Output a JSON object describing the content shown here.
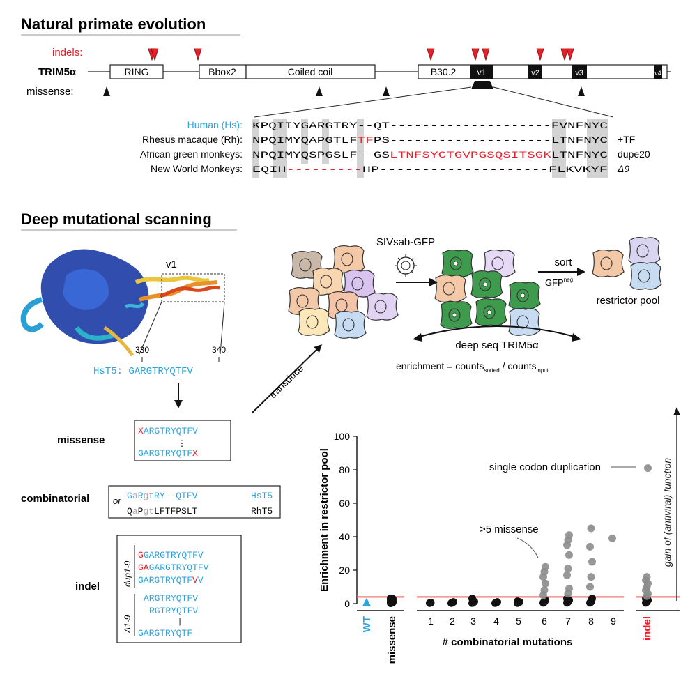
{
  "top": {
    "title": "Natural primate evolution",
    "indels_label": "indels:",
    "gene_label": "TRIM5α",
    "missense_label": "missense:",
    "domains": [
      {
        "name": "RING"
      },
      {
        "name": "Bbox2"
      },
      {
        "name": "Coiled coil"
      },
      {
        "name": "B30.2"
      },
      {
        "name": "v1"
      },
      {
        "name": "v2"
      },
      {
        "name": "v3"
      },
      {
        "name": "v4"
      }
    ],
    "alignment": [
      {
        "species": "Human (Hs):",
        "seq": "KPQIIYGARGTRY--QT--------------------FVNFNYC",
        "tag": ""
      },
      {
        "species": "Rhesus macaque (Rh):",
        "seq": "NPQIMYQAPGTLFTFPS--------------------LTNFNYC",
        "tag": "+TF"
      },
      {
        "species": "African green monkeys:",
        "seq": "NPQIMYQSPGSLF--GSLTNFSYCTGVPGSQSITSGKLTNFNYC",
        "tag": "dupe20"
      },
      {
        "species": "New World Monkeys:",
        "seq": "EQIH---------HP--------------------FLKVKYF",
        "tag": "Δ9"
      }
    ]
  },
  "bottom": {
    "title": "Deep mutational scanning",
    "v1_label": "v1",
    "pos_start": "330",
    "pos_end": "340",
    "hst5_seq": "HsT5: GARGTRYQTFV",
    "transduce": "transduce",
    "virus_label": "SIVsab-GFP",
    "sort_label": "sort",
    "gfp_label": "GFP",
    "gfp_sup": "neg",
    "restrictor_pool": "restrictor pool",
    "deep_seq": "deep seq TRIM5α",
    "enrichment_eq_a": "enrichment = counts",
    "enrichment_sub_a": "sorted",
    "enrichment_eq_b": " / counts",
    "enrichment_sub_b": "input",
    "missense_label": "missense",
    "missense_seq1": "XARGTRYQTFV",
    "missense_seq2": "GARGTRYQTFX",
    "missense_dots": "⋮",
    "combinatorial_label": "combinatorial",
    "or_label": "or",
    "comb_seq1": "GaRgtRY--QTFV",
    "comb_tag1": "HsT5",
    "comb_seq2": "QaPgtLFTFPSLT",
    "comb_tag2": "RhT5",
    "indel_label": "indel",
    "dup_label": "dup1-9",
    "del_label": "Δ1-9",
    "indel_seqs": [
      "GGARGTRYQTFV",
      "GAGARGTRYQTFV",
      "GARGTRYQTFVV",
      "ARGTRYQTFV",
      "RGTRYQTFV",
      "|",
      "GARGTRYQTF"
    ]
  },
  "chart_data": {
    "type": "scatter",
    "ylabel": "Enrichment in restrictor pool",
    "xlabel": "# combinatorial mutations",
    "ylim": [
      0,
      100
    ],
    "yticks": [
      "0",
      "20",
      "40",
      "60",
      "80",
      "100"
    ],
    "x_categories": [
      "WT",
      "missense",
      "1",
      "2",
      "3",
      "4",
      "5",
      "6",
      "7",
      "8",
      "9",
      "indel"
    ],
    "threshold": 4,
    "right_label": "gain of (antiviral) function",
    "annotation_dup": "single codon duplication",
    "annotation_missense": ">5 missense",
    "colors": {
      "point": "#8c8c8c",
      "dark": "#111111",
      "wt": "#2aa3e0",
      "threshold": "#ef7b7b",
      "indel": "#e8202a"
    },
    "series": [
      {
        "category": "WT",
        "values": [
          0.5
        ]
      },
      {
        "category": "missense",
        "values": [
          0.2,
          0.5,
          0.8,
          1.0,
          1.3,
          1.6,
          2.0,
          2.4,
          2.8,
          3.2
        ]
      },
      {
        "category": "1",
        "values": [
          0.3,
          0.6
        ]
      },
      {
        "category": "2",
        "values": [
          0.3,
          0.7,
          1.0
        ]
      },
      {
        "category": "3",
        "values": [
          0.3,
          0.7,
          1.2,
          3.0
        ]
      },
      {
        "category": "4",
        "values": [
          0.3,
          0.6,
          1.0
        ]
      },
      {
        "category": "5",
        "values": [
          0.3,
          0.6,
          1.0,
          1.4
        ]
      },
      {
        "category": "6",
        "values": [
          0.5,
          1.0,
          2.0,
          5.0,
          8.0,
          12.0,
          16.0,
          19.0,
          22.0
        ]
      },
      {
        "category": "7",
        "values": [
          0.5,
          1.0,
          2.0,
          3.0,
          6.0,
          9.0,
          17.0,
          21.0,
          29.0,
          35.0,
          38.0,
          41.0
        ]
      },
      {
        "category": "8",
        "values": [
          0.5,
          1.0,
          3.0,
          10.0,
          16.0,
          25.0,
          34.0,
          45.0
        ]
      },
      {
        "category": "9",
        "values": [
          39.0
        ]
      },
      {
        "category": "indel",
        "values": [
          0.5,
          1.0,
          2.0,
          3.0,
          4.5,
          6.0,
          8.0,
          10.0,
          12.0,
          14.0,
          16.0,
          81.0
        ]
      }
    ]
  }
}
